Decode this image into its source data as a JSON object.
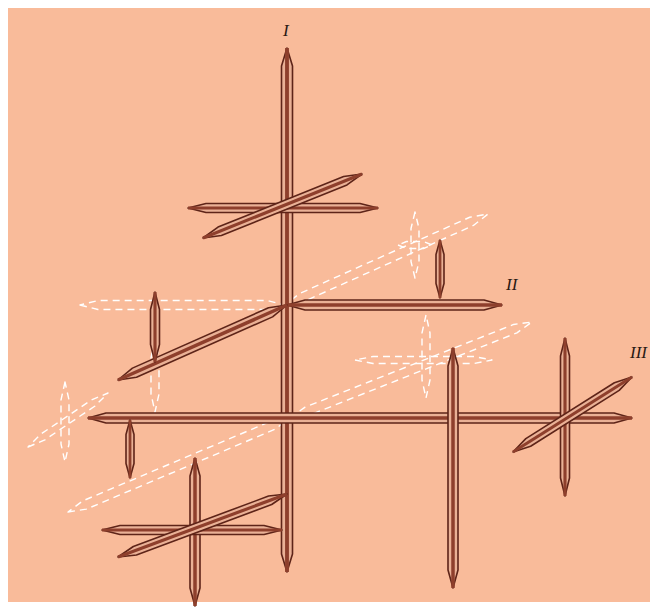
{
  "diagram": {
    "labels": [
      "I",
      "II",
      "III"
    ]
  }
}
